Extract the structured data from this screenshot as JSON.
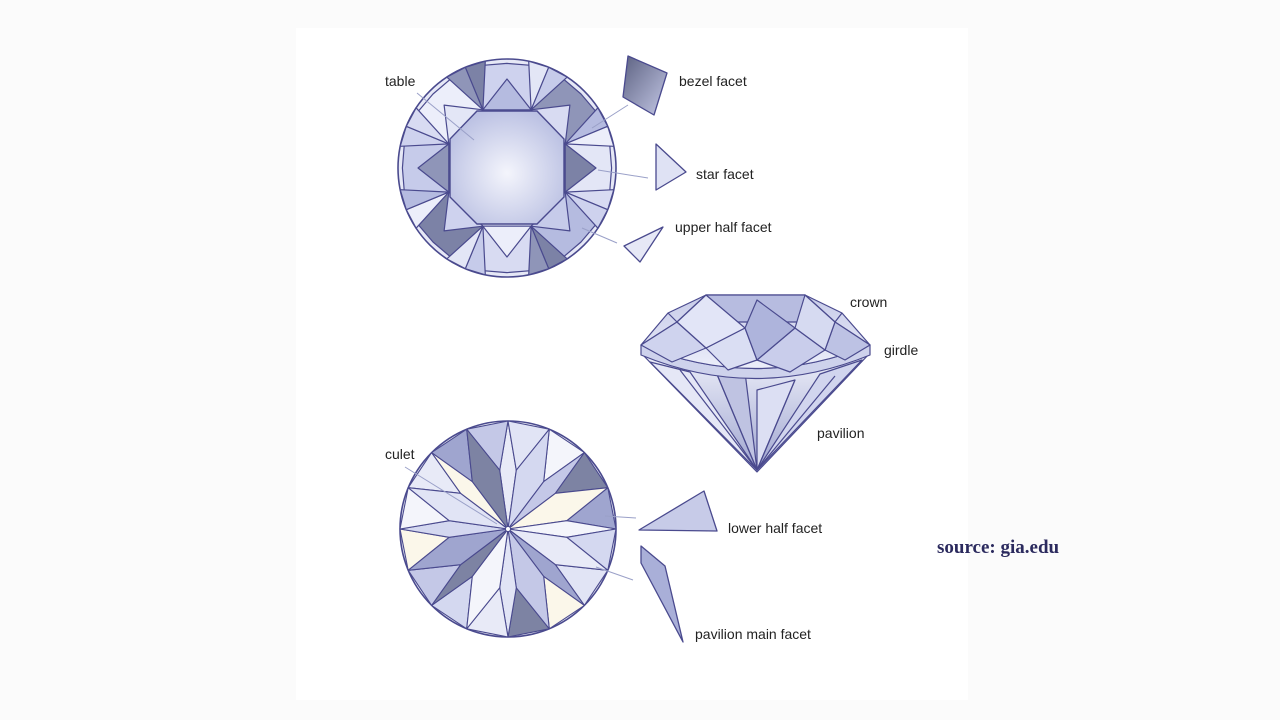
{
  "labels": {
    "table": "table",
    "bezel_facet": "bezel facet",
    "star_facet": "star facet",
    "upper_half_facet": "upper half facet",
    "crown": "crown",
    "girdle": "girdle",
    "pavilion": "pavilion",
    "culet": "culet",
    "lower_half_facet": "lower half facet",
    "pavilion_main_facet": "pavilion main facet"
  },
  "source": "source: gia.edu",
  "colors": {
    "outline": "#4a4a8e",
    "facet_light": "#dfe2f4",
    "facet_mid": "#aab0d8",
    "facet_dark": "#7d83a3",
    "leader": "#9aa0c8",
    "source_text": "#2b2a5e"
  }
}
